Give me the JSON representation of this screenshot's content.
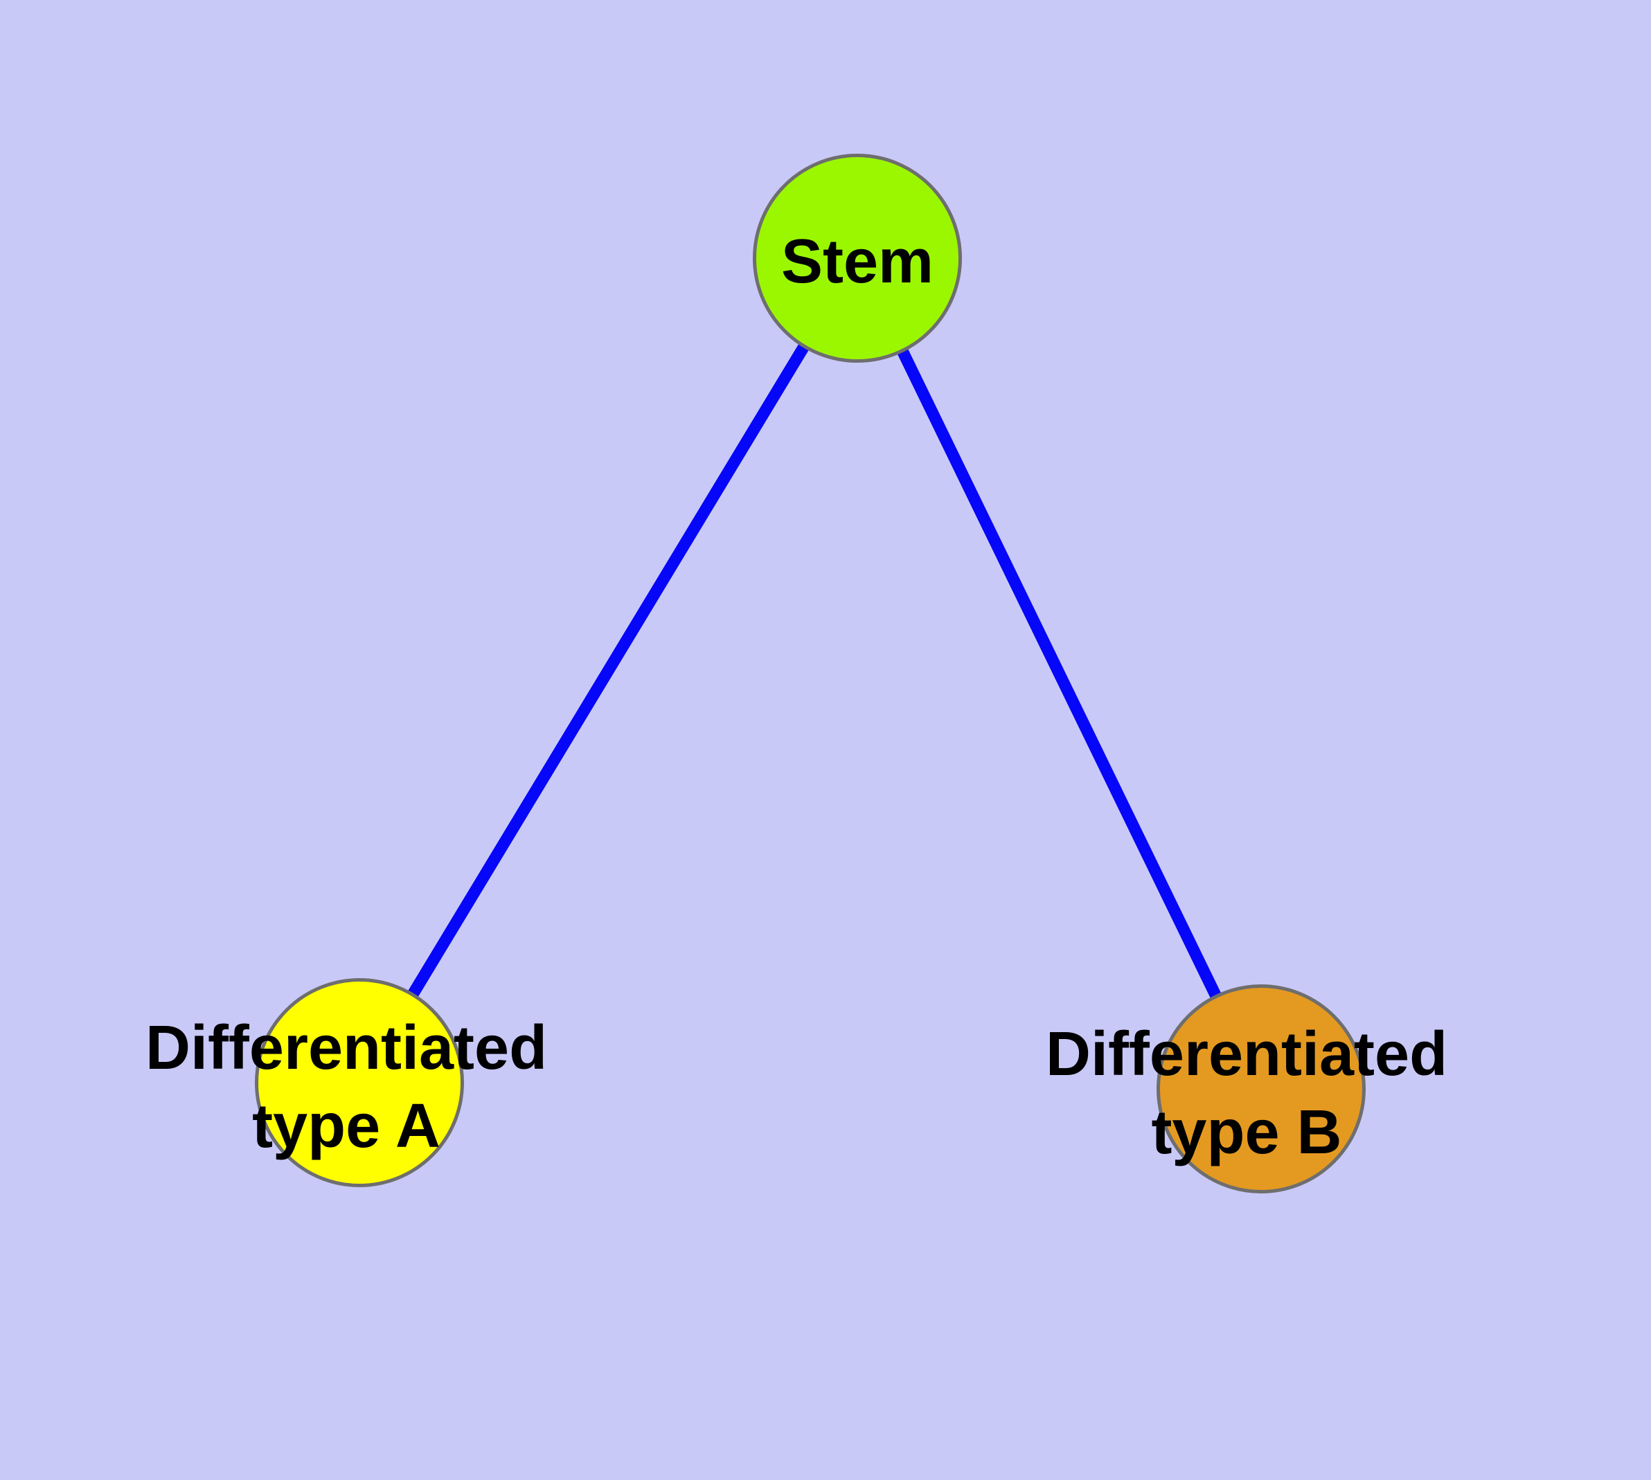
{
  "diagram": {
    "type": "node-link-graph",
    "background_color": "#c9c9f8",
    "edge_color": "#0606f8",
    "node_border_color": "#6e6e6e",
    "text_color": "#000000",
    "nodes": [
      {
        "id": "stem",
        "label": "Stem",
        "label_line1": "Stem",
        "label_line2": "",
        "fill": "#9bf700",
        "shape": "circle"
      },
      {
        "id": "type-a",
        "label": "Differentiated type A",
        "label_line1": "Differentiated",
        "label_line2": "type A",
        "fill": "#ffff00",
        "shape": "circle"
      },
      {
        "id": "type-b",
        "label": "Differentiated type B",
        "label_line1": "Differentiated",
        "label_line2": "type B",
        "fill": "#e49a20",
        "shape": "circle"
      }
    ],
    "edges": [
      {
        "from": "Stem",
        "to": "Differentiated type A"
      },
      {
        "from": "Stem",
        "to": "Differentiated type B"
      }
    ]
  }
}
